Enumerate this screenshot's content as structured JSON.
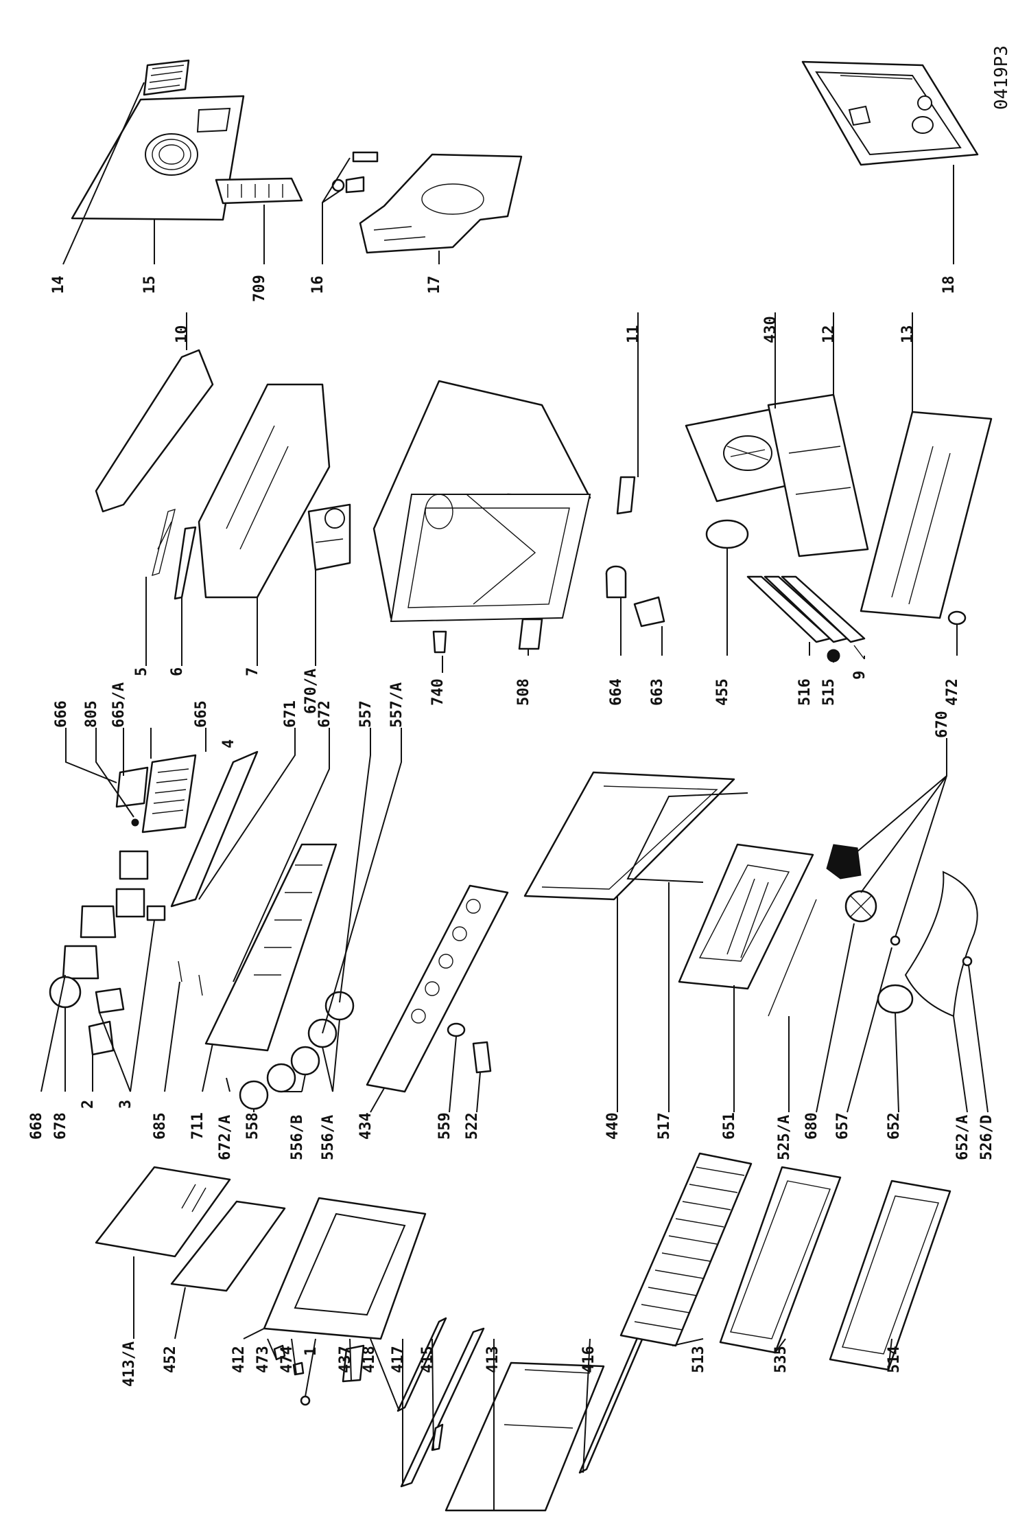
{
  "diagram": {
    "document_code": "0419P3",
    "labels": [
      {
        "id": "14",
        "text": "14"
      },
      {
        "id": "15",
        "text": "15"
      },
      {
        "id": "709",
        "text": "709"
      },
      {
        "id": "16",
        "text": "16"
      },
      {
        "id": "17",
        "text": "17"
      },
      {
        "id": "18",
        "text": "18"
      },
      {
        "id": "10",
        "text": "10"
      },
      {
        "id": "11",
        "text": "11"
      },
      {
        "id": "430",
        "text": "430"
      },
      {
        "id": "12",
        "text": "12"
      },
      {
        "id": "13",
        "text": "13"
      },
      {
        "id": "666",
        "text": "666"
      },
      {
        "id": "805",
        "text": "805"
      },
      {
        "id": "665A",
        "text": "665/A"
      },
      {
        "id": "665",
        "text": "665"
      },
      {
        "id": "4",
        "text": "4"
      },
      {
        "id": "5",
        "text": "5"
      },
      {
        "id": "6",
        "text": "6"
      },
      {
        "id": "7",
        "text": "7"
      },
      {
        "id": "670A",
        "text": "670/A"
      },
      {
        "id": "671",
        "text": "671"
      },
      {
        "id": "672",
        "text": "672"
      },
      {
        "id": "557",
        "text": "557"
      },
      {
        "id": "557A",
        "text": "557/A"
      },
      {
        "id": "740",
        "text": "740"
      },
      {
        "id": "508",
        "text": "508"
      },
      {
        "id": "664",
        "text": "664"
      },
      {
        "id": "663",
        "text": "663"
      },
      {
        "id": "455",
        "text": "455"
      },
      {
        "id": "516",
        "text": "516"
      },
      {
        "id": "515",
        "text": "515"
      },
      {
        "id": "9",
        "text": "9"
      },
      {
        "id": "472",
        "text": "472"
      },
      {
        "id": "670",
        "text": "670"
      },
      {
        "id": "668",
        "text": "668"
      },
      {
        "id": "678",
        "text": "678"
      },
      {
        "id": "2",
        "text": "2"
      },
      {
        "id": "3",
        "text": "3"
      },
      {
        "id": "685",
        "text": "685"
      },
      {
        "id": "711",
        "text": "711"
      },
      {
        "id": "672A",
        "text": "672/A"
      },
      {
        "id": "558",
        "text": "558"
      },
      {
        "id": "556B",
        "text": "556/B"
      },
      {
        "id": "556A",
        "text": "556/A"
      },
      {
        "id": "434",
        "text": "434"
      },
      {
        "id": "559",
        "text": "559"
      },
      {
        "id": "522",
        "text": "522"
      },
      {
        "id": "440",
        "text": "440"
      },
      {
        "id": "517",
        "text": "517"
      },
      {
        "id": "651",
        "text": "651"
      },
      {
        "id": "525A",
        "text": "525/A"
      },
      {
        "id": "680",
        "text": "680"
      },
      {
        "id": "657",
        "text": "657"
      },
      {
        "id": "652",
        "text": "652"
      },
      {
        "id": "652A",
        "text": "652/A"
      },
      {
        "id": "526D",
        "text": "526/D"
      },
      {
        "id": "413A",
        "text": "413/A"
      },
      {
        "id": "452",
        "text": "452"
      },
      {
        "id": "412",
        "text": "412"
      },
      {
        "id": "473",
        "text": "473"
      },
      {
        "id": "474",
        "text": "474"
      },
      {
        "id": "1",
        "text": "1"
      },
      {
        "id": "437",
        "text": "437"
      },
      {
        "id": "418",
        "text": "418"
      },
      {
        "id": "417",
        "text": "417"
      },
      {
        "id": "415",
        "text": "415"
      },
      {
        "id": "413",
        "text": "413"
      },
      {
        "id": "416",
        "text": "416"
      },
      {
        "id": "513",
        "text": "513"
      },
      {
        "id": "535",
        "text": "535"
      },
      {
        "id": "514",
        "text": "514"
      }
    ]
  }
}
